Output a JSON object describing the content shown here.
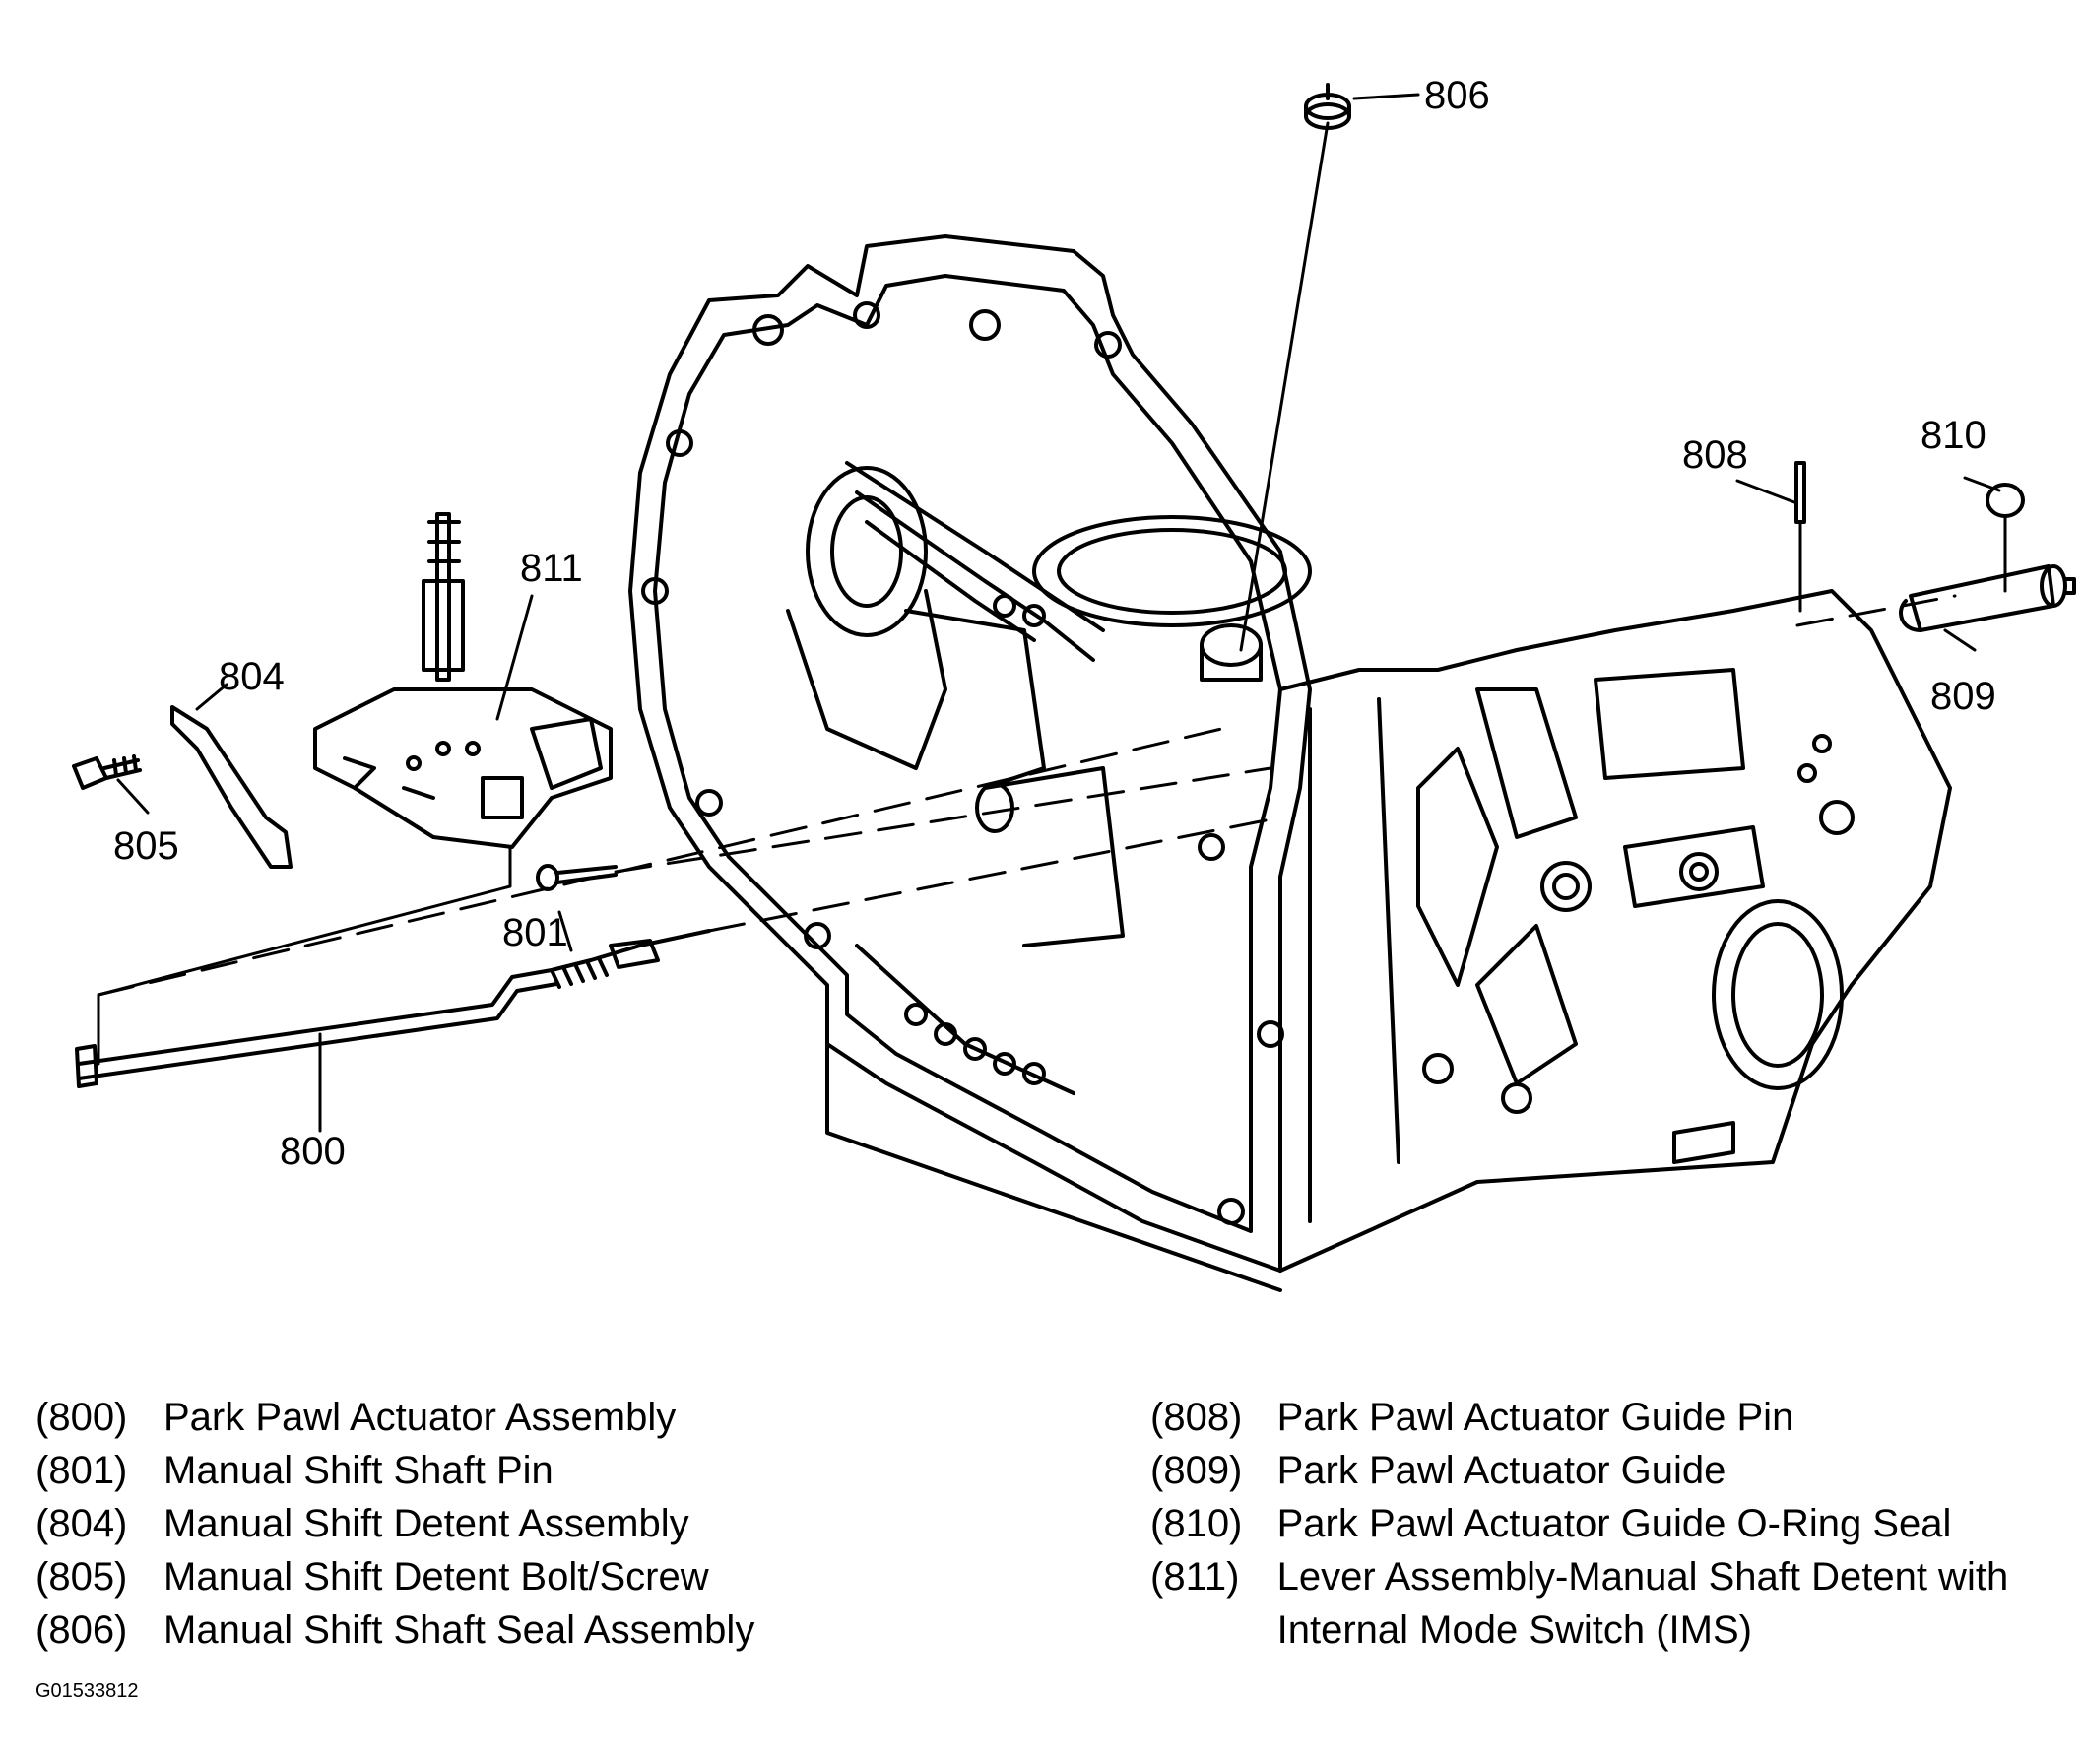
{
  "callouts": {
    "c800": "800",
    "c801": "801",
    "c804": "804",
    "c805": "805",
    "c806": "806",
    "c808": "808",
    "c809": "809",
    "c810": "810",
    "c811": "811"
  },
  "legend": {
    "left": [
      {
        "num": "(800)",
        "text": "Park Pawl Actuator Assembly"
      },
      {
        "num": "(801)",
        "text": "Manual Shift Shaft Pin"
      },
      {
        "num": "(804)",
        "text": "Manual Shift Detent Assembly"
      },
      {
        "num": "(805)",
        "text": "Manual Shift Detent Bolt/Screw"
      },
      {
        "num": "(806)",
        "text": "Manual Shift Shaft Seal Assembly"
      }
    ],
    "right": [
      {
        "num": "(808)",
        "text": "Park Pawl Actuator Guide Pin"
      },
      {
        "num": "(809)",
        "text": "Park Pawl Actuator Guide"
      },
      {
        "num": "(810)",
        "text": "Park Pawl Actuator Guide O-Ring Seal"
      },
      {
        "num": "(811)",
        "text": "Lever Assembly-Manual Shaft Detent with Internal Mode Switch (IMS)"
      }
    ]
  },
  "figure_id": "G01533812"
}
